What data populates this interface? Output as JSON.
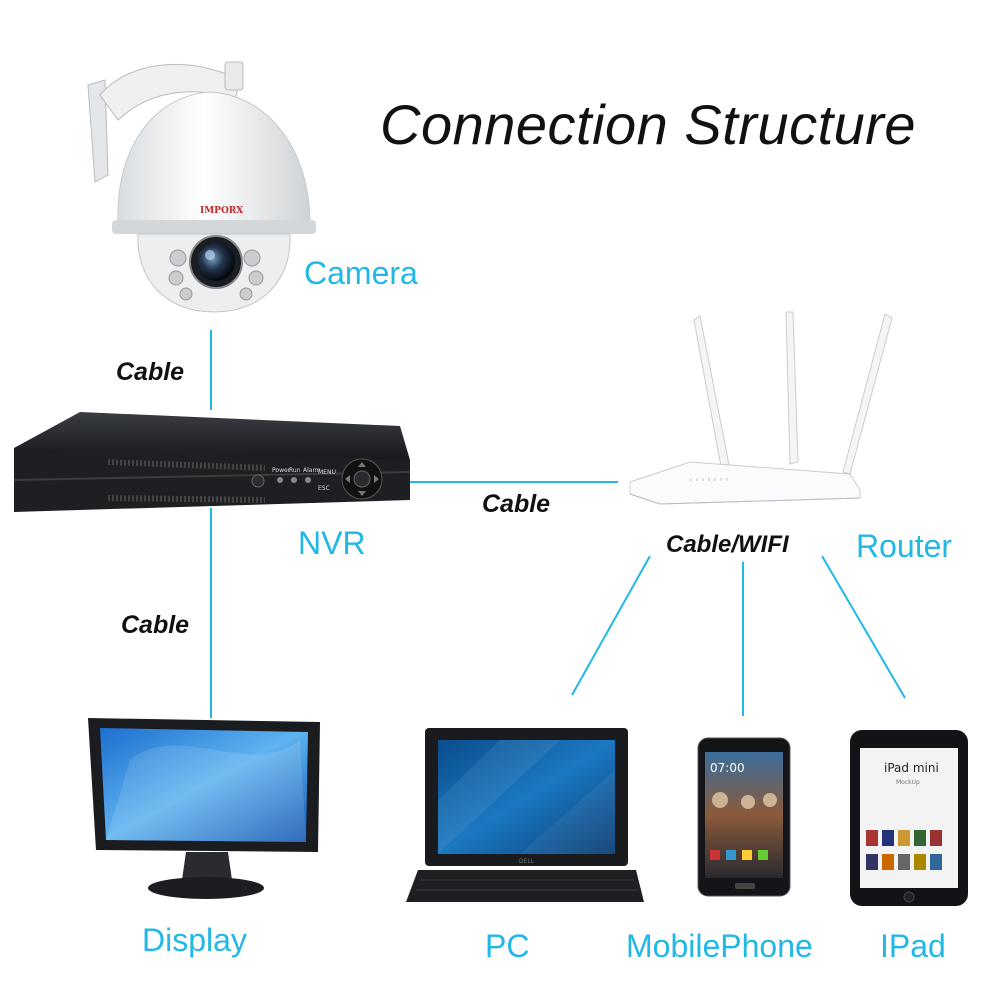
{
  "title": "Connection Structure",
  "nodes": {
    "camera": "Camera",
    "nvr": "NVR",
    "router": "Router",
    "display": "Display",
    "pc": "PC",
    "mobile": "MobilePhone",
    "ipad": "IPad"
  },
  "edges": {
    "camera_nvr": "Cable",
    "nvr_router": "Cable",
    "nvr_display": "Cable",
    "router_devices": "Cable/WIFI"
  },
  "device_text": {
    "camera_brand": "IMPORX",
    "nvr_buttons": [
      "Power",
      "Run",
      "Alarm"
    ],
    "nvr_menu": "MENU",
    "nvr_esc": "ESC",
    "pc_brand": "DELL",
    "phone_time": "07:00",
    "ipad_title": "iPad mini",
    "ipad_sub": "MockUp"
  },
  "colors": {
    "line": "#22b8e6",
    "label": "#22b8e6",
    "text": "#111111"
  }
}
